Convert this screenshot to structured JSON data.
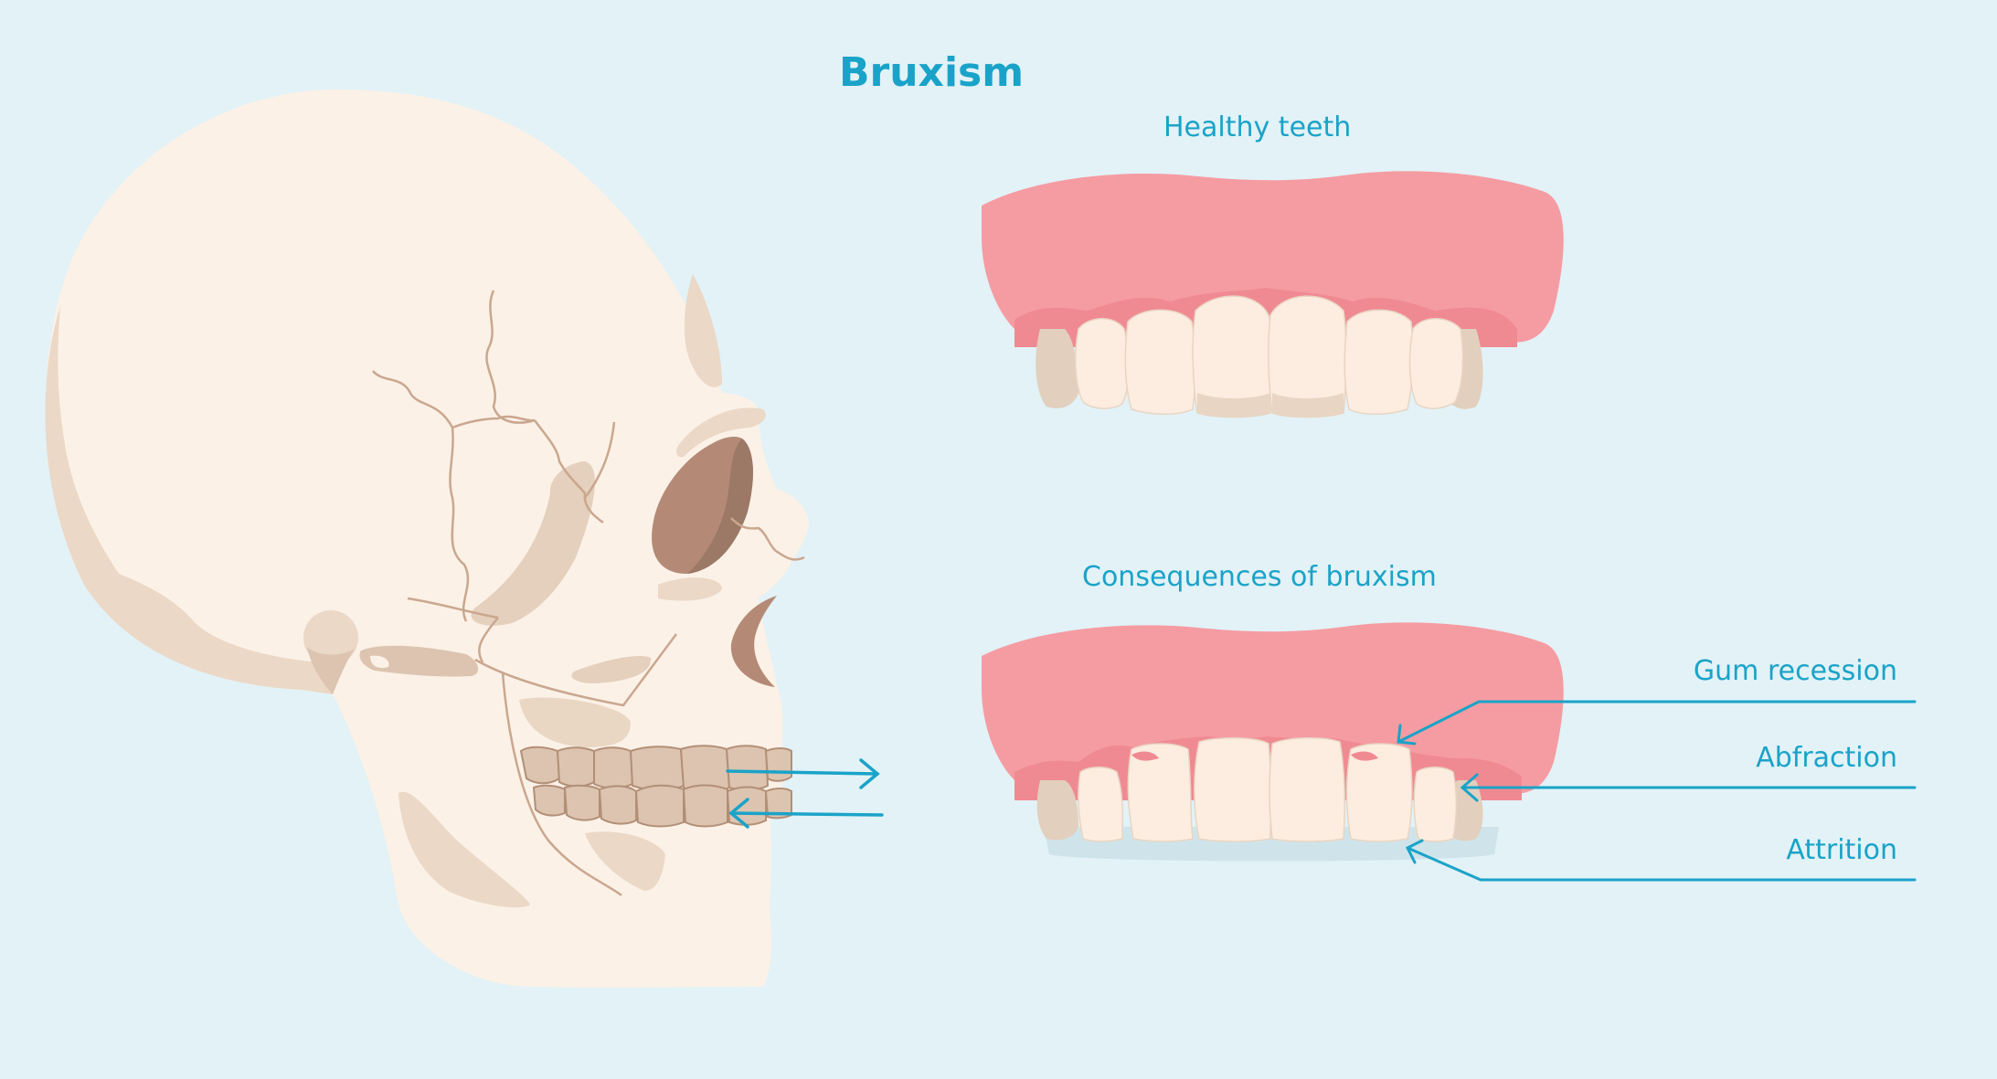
{
  "title": "Bruxism",
  "healthy_label": "Healthy teeth",
  "consequences_label": "Consequences of bruxism",
  "callouts": {
    "gum_recession": "Gum recession",
    "abfraction": "Abfraction",
    "attrition": "Attrition"
  },
  "colors": {
    "background": "#e2f2f7",
    "accent": "#1aa3c8",
    "bone": "#fbf1e7",
    "bone_shadow": "#ebd8c6",
    "bone_dark": "#dcc4b0",
    "socket": "#b48a76",
    "gum": "#f59ca2",
    "gum_dark": "#f08a92",
    "tooth": "#fdede0",
    "tooth_back": "#e2cfbd"
  }
}
